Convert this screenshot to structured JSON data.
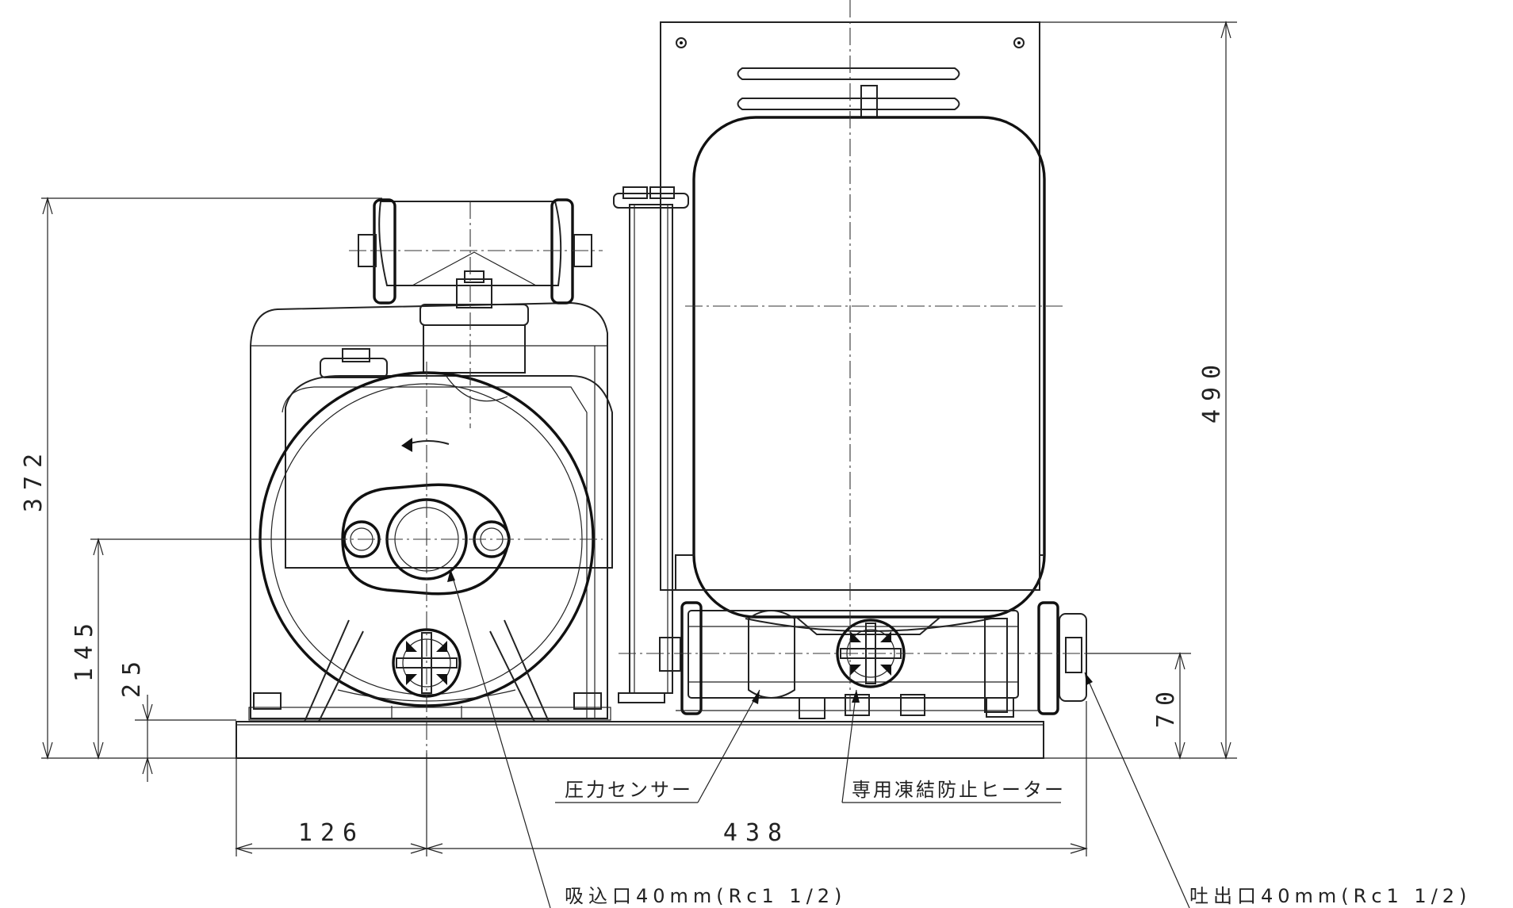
{
  "dimensions": {
    "d372": "372",
    "d145": "145",
    "d25": "25",
    "d490": "490",
    "d70": "70",
    "d126": "126",
    "d438": "438"
  },
  "labels": {
    "pressure_sensor": "圧力センサー",
    "heater": "専用凍結防止ヒーター",
    "suction_port": "吸込口40mm(Rc1 1/2)",
    "discharge_port": "吐出口40mm(Rc1 1/2)"
  }
}
